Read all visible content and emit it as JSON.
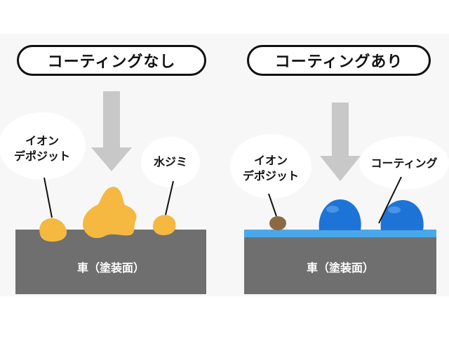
{
  "left": {
    "title": "コーティングなし",
    "label_ion_line1": "イオン",
    "label_ion_line2": "デポジット",
    "label_water": "水ジミ",
    "car_label": "車（塗装面）"
  },
  "right": {
    "title": "コーティングあり",
    "label_ion_line1": "イオン",
    "label_ion_line2": "デポジット",
    "label_coating": "コーティング",
    "car_label": "車（塗装面）"
  },
  "colors": {
    "paint": "#6f6f6f",
    "deposit_yellow": "#f5b942",
    "deposit_brown": "#8b6a43",
    "coating_layer": "#4aa8ea",
    "water_bead": "#1e74d6",
    "arrow": "#c8c8c8"
  }
}
